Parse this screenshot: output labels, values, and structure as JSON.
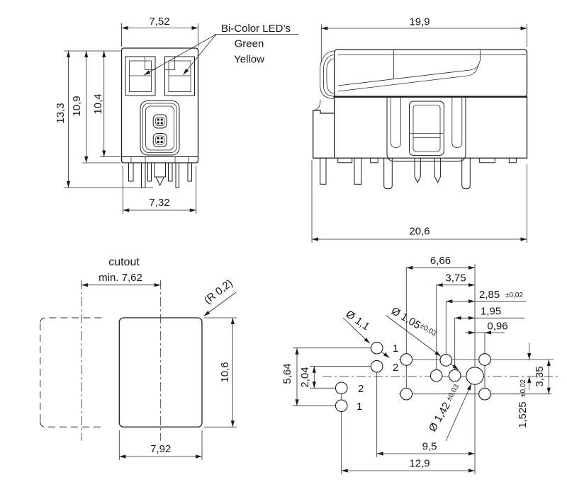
{
  "colors": {
    "line": "#1c1c1c",
    "background": "#ffffff"
  },
  "views": {
    "front": {
      "width_top": "7,52",
      "width_bottom": "7,32",
      "height_total": "13,3",
      "height_body": "10,9",
      "height_housing": "10,4",
      "led_label": "Bi-Color LED’s",
      "led_green": "Green",
      "led_yellow": "Yellow"
    },
    "side": {
      "width_top": "19,9",
      "width_bottom": "20,6"
    },
    "cutout": {
      "title": "cutout",
      "min_width": "min. 7,62",
      "corner_radius": "(R 0,2)",
      "height": "10,6",
      "width": "7,92"
    },
    "holes": {
      "h_6_66": "6,66",
      "h_3_75": "3,75",
      "h_2_85": "2,85",
      "h_2_85_tol": "±0,02",
      "h_1_95": "1,95",
      "h_0_96": "0,96",
      "v_5_64": "5,64",
      "v_2_04": "2,04",
      "v_3_35": "3,35",
      "v_1_525": "1,525",
      "v_1_525_tol": "±0,02",
      "b_9_5": "9,5",
      "b_12_9": "12,9",
      "dia_small": "Ø 1,1",
      "dia_mid": "Ø 1,05",
      "dia_mid_tol": "±0,03",
      "dia_large": "Ø 1,42",
      "dia_large_tol": "±0,03",
      "pin_labels": [
        "1",
        "2",
        "2",
        "1"
      ]
    }
  }
}
